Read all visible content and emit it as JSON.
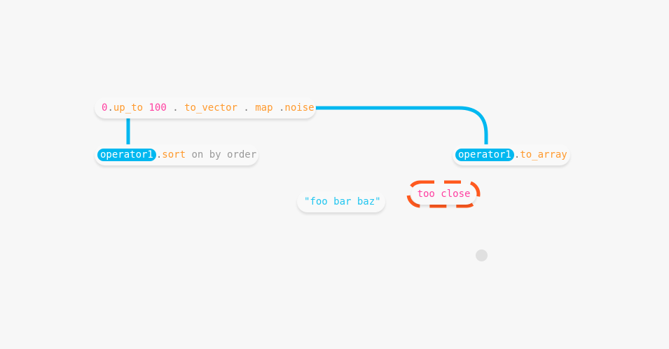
{
  "nodes": {
    "main": {
      "zero": "0",
      "dot1": ".",
      "up_to": "up_to",
      "hundred": "100",
      "dot2": ".",
      "to_vector": "to_vector",
      "dot3": ".",
      "map": "map",
      "dot4": ".",
      "noise": "noise"
    },
    "sort": {
      "var": "operator1",
      "dot": ".",
      "method": "sort",
      "args": "on by order"
    },
    "to_array": {
      "var": "operator1",
      "dot": ".",
      "method": "to_array"
    },
    "text": {
      "value": "\"foo bar baz\""
    },
    "error": {
      "value": "too close"
    }
  },
  "colors": {
    "edge": "#00b8f0",
    "error": "#ff5a1f",
    "number": "#ff3fa0",
    "method": "#ff9a2e",
    "string": "#22c6f0"
  },
  "icons": {
    "cursor": "circle"
  }
}
